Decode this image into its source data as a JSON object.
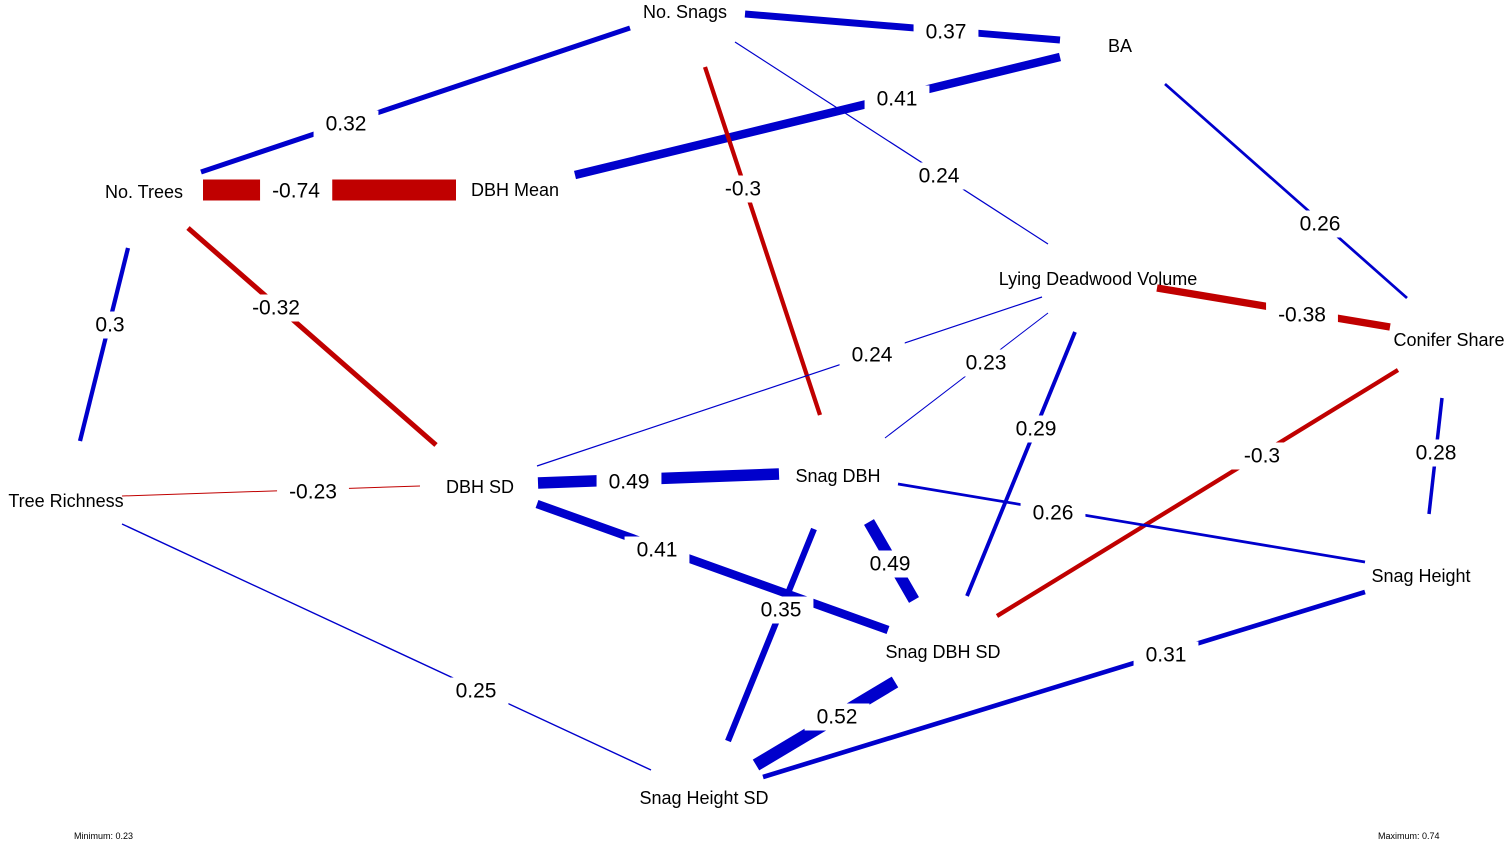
{
  "colors": {
    "positive": "#0000CC",
    "negative": "#C00000",
    "background": "#FFFFFF"
  },
  "nodes": [
    {
      "id": "no_snags",
      "label": "No. Snags"
    },
    {
      "id": "ba",
      "label": "BA"
    },
    {
      "id": "no_trees",
      "label": "No. Trees"
    },
    {
      "id": "dbh_mean",
      "label": "DBH Mean"
    },
    {
      "id": "lying",
      "label": "Lying Deadwood Volume"
    },
    {
      "id": "conifer",
      "label": "Conifer Share"
    },
    {
      "id": "tree_richness",
      "label": "Tree Richness"
    },
    {
      "id": "dbh_sd",
      "label": "DBH SD"
    },
    {
      "id": "snag_dbh",
      "label": "Snag DBH"
    },
    {
      "id": "snag_height",
      "label": "Snag Height"
    },
    {
      "id": "snag_dbh_sd",
      "label": "Snag DBH SD"
    },
    {
      "id": "snag_height_sd",
      "label": "Snag Height SD"
    }
  ],
  "edges": [
    {
      "from": "no_snags",
      "to": "ba",
      "value": 0.37,
      "label": "0.37"
    },
    {
      "from": "no_snags",
      "to": "no_trees",
      "value": 0.32,
      "label": "0.32"
    },
    {
      "from": "dbh_mean",
      "to": "ba",
      "value": 0.41,
      "label": "0.41"
    },
    {
      "from": "no_snags",
      "to": "snag_dbh",
      "value": -0.3,
      "label": "-0.3"
    },
    {
      "from": "no_snags",
      "to": "lying",
      "value": 0.24,
      "label": "0.24"
    },
    {
      "from": "ba",
      "to": "conifer",
      "value": 0.26,
      "label": "0.26"
    },
    {
      "from": "no_trees",
      "to": "dbh_mean",
      "value": -0.74,
      "label": "-0.74"
    },
    {
      "from": "no_trees",
      "to": "tree_richness",
      "value": 0.3,
      "label": "0.3"
    },
    {
      "from": "no_trees",
      "to": "dbh_sd",
      "value": -0.32,
      "label": "-0.32"
    },
    {
      "from": "lying",
      "to": "conifer",
      "value": -0.38,
      "label": "-0.38"
    },
    {
      "from": "lying",
      "to": "dbh_sd",
      "value": 0.24,
      "label": "0.24"
    },
    {
      "from": "lying",
      "to": "snag_dbh",
      "value": 0.23,
      "label": "0.23"
    },
    {
      "from": "lying",
      "to": "snag_dbh_sd",
      "value": 0.29,
      "label": "0.29"
    },
    {
      "from": "conifer",
      "to": "snag_dbh_sd",
      "value": -0.3,
      "label": "-0.3"
    },
    {
      "from": "conifer",
      "to": "snag_height",
      "value": 0.28,
      "label": "0.28"
    },
    {
      "from": "tree_richness",
      "to": "dbh_sd",
      "value": -0.23,
      "label": "-0.23"
    },
    {
      "from": "tree_richness",
      "to": "snag_height_sd",
      "value": 0.25,
      "label": "0.25"
    },
    {
      "from": "dbh_sd",
      "to": "snag_dbh",
      "value": 0.49,
      "label": "0.49"
    },
    {
      "from": "dbh_sd",
      "to": "snag_dbh_sd",
      "value": 0.41,
      "label": "0.41"
    },
    {
      "from": "snag_dbh",
      "to": "snag_height",
      "value": 0.26,
      "label": "0.26"
    },
    {
      "from": "snag_dbh",
      "to": "snag_dbh_sd",
      "value": 0.49,
      "label": "0.49"
    },
    {
      "from": "snag_dbh",
      "to": "snag_height_sd",
      "value": 0.35,
      "label": "0.35"
    },
    {
      "from": "snag_dbh_sd",
      "to": "snag_height_sd",
      "value": 0.52,
      "label": "0.52"
    },
    {
      "from": "snag_height",
      "to": "snag_height_sd",
      "value": 0.31,
      "label": "0.31"
    }
  ],
  "footer": {
    "minimum": "Minimum: 0.23",
    "maximum": "Maximum: 0.74"
  }
}
